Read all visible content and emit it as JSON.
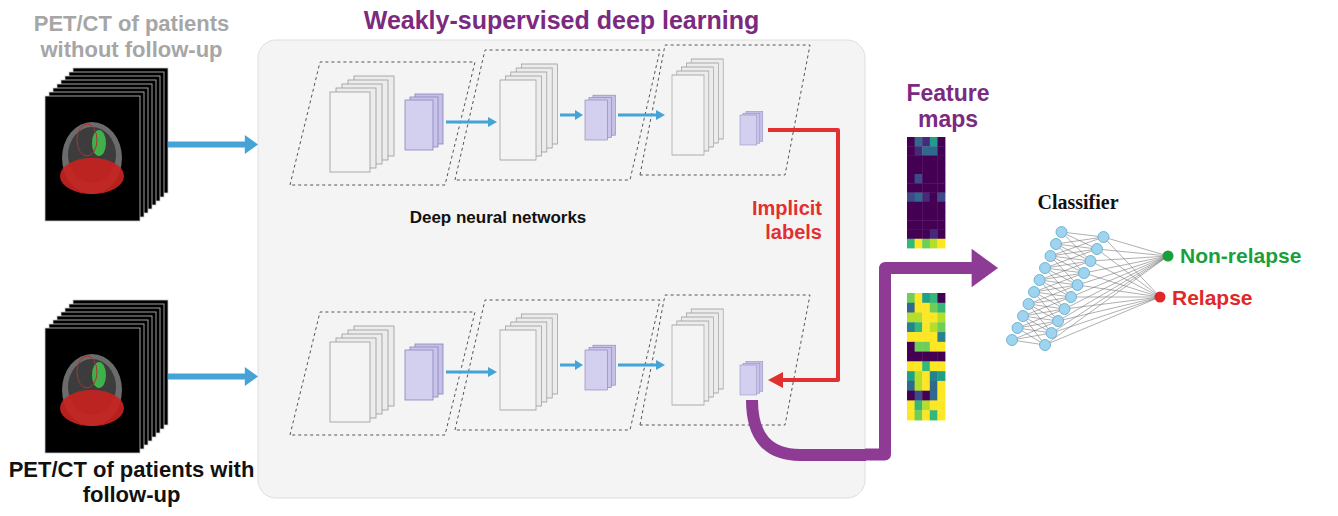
{
  "diagram": {
    "nodes": [
      {
        "text": [
          "PET/CT of patients without follow-up"
        ]
      },
      {
        "text": [
          "PET/CT of patients with follow-up"
        ]
      },
      {
        "text": [
          "Weakly-supervised deep learning",
          "Deep neural networks"
        ]
      },
      {
        "text": [
          "Classifier"
        ]
      }
    ],
    "edges": [
      {
        "from": 0,
        "to": 2,
        "arrow": "to"
      },
      {
        "from": 1,
        "to": 2,
        "arrow": "to"
      },
      {
        "from": 2,
        "to": 3,
        "arrow": "to"
      }
    ],
    "labels": [
      "Implicit labels",
      "Feature maps",
      "Non-relapse",
      "Relapse"
    ]
  }
}
